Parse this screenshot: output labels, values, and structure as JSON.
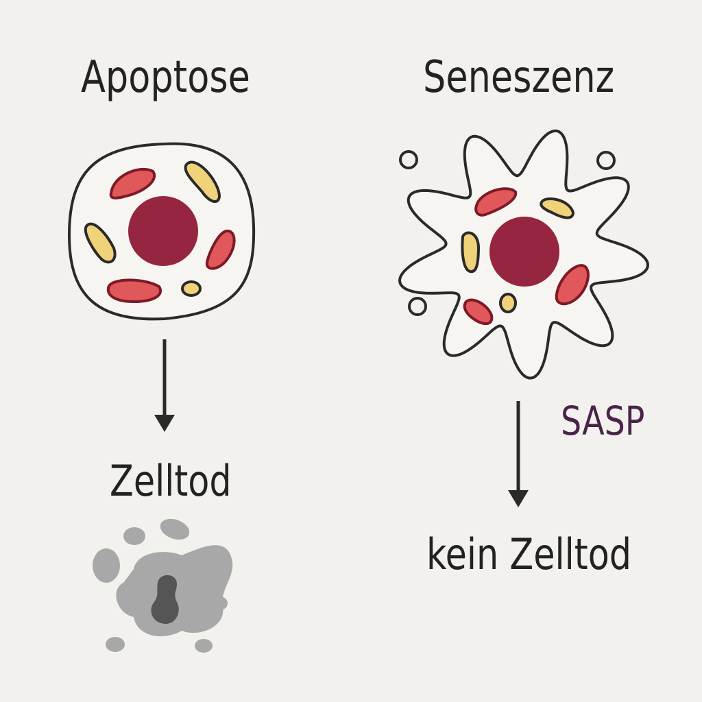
{
  "left": {
    "title": "Apoptose",
    "result": "Zelltod"
  },
  "right": {
    "title": "Seneszenz",
    "secretion": "SASP",
    "result": "kein Zelltod"
  },
  "colors": {
    "background": "#f3f1ee",
    "outline": "#2a2a2a",
    "nucleus": "#962640",
    "mito_red": "#e0585a",
    "mito_red_edge": "#7d1a26",
    "mito_yellow": "#f0d27a",
    "debris_light": "#a8a8a8",
    "debris_dark": "#555555",
    "sasp": "#4a2448"
  }
}
